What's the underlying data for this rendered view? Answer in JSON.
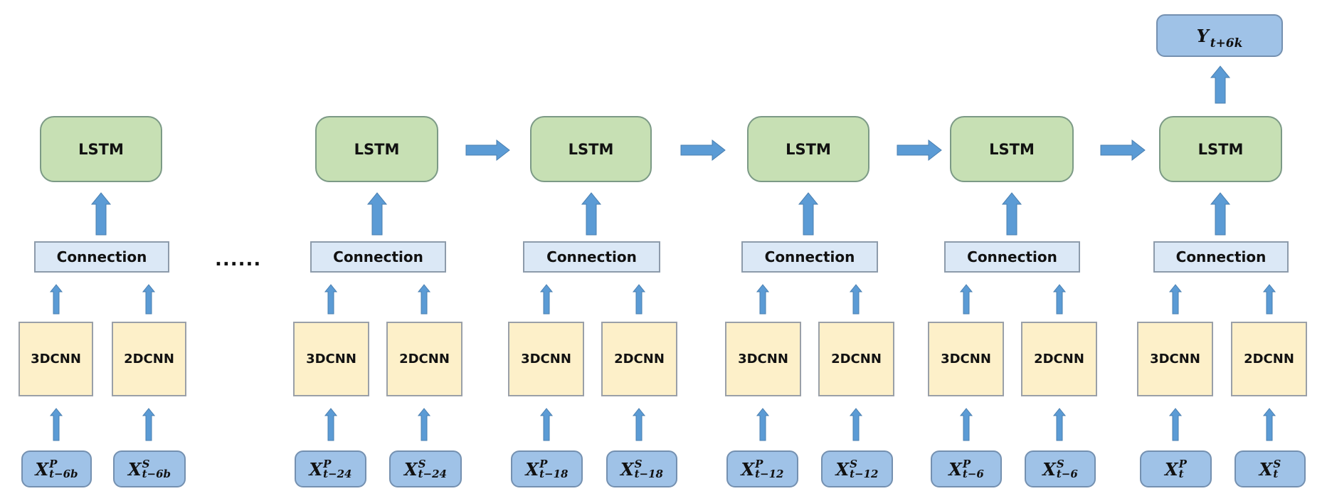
{
  "diagram": {
    "output": {
      "base": "Y",
      "sub": "t+6k"
    },
    "ellipsis": "......",
    "columns": [
      {
        "lstm": "LSTM",
        "connection": "Connection",
        "cnn3d": "3DCNN",
        "cnn2d": "2DCNN",
        "input_p": {
          "base": "X",
          "sup": "P",
          "sub": "t−6b"
        },
        "input_s": {
          "base": "X",
          "sup": "S",
          "sub": "t−6b"
        }
      },
      {
        "lstm": "LSTM",
        "connection": "Connection",
        "cnn3d": "3DCNN",
        "cnn2d": "2DCNN",
        "input_p": {
          "base": "X",
          "sup": "P",
          "sub": "t−24"
        },
        "input_s": {
          "base": "X",
          "sup": "S",
          "sub": "t−24"
        }
      },
      {
        "lstm": "LSTM",
        "connection": "Connection",
        "cnn3d": "3DCNN",
        "cnn2d": "2DCNN",
        "input_p": {
          "base": "X",
          "sup": "P",
          "sub": "t−18"
        },
        "input_s": {
          "base": "X",
          "sup": "S",
          "sub": "t−18"
        }
      },
      {
        "lstm": "LSTM",
        "connection": "Connection",
        "cnn3d": "3DCNN",
        "cnn2d": "2DCNN",
        "input_p": {
          "base": "X",
          "sup": "P",
          "sub": "t−12"
        },
        "input_s": {
          "base": "X",
          "sup": "S",
          "sub": "t−12"
        }
      },
      {
        "lstm": "LSTM",
        "connection": "Connection",
        "cnn3d": "3DCNN",
        "cnn2d": "2DCNN",
        "input_p": {
          "base": "X",
          "sup": "P",
          "sub": "t−6"
        },
        "input_s": {
          "base": "X",
          "sup": "S",
          "sub": "t−6"
        }
      },
      {
        "lstm": "LSTM",
        "connection": "Connection",
        "cnn3d": "3DCNN",
        "cnn2d": "2DCNN",
        "input_p": {
          "base": "X",
          "sup": "P",
          "sub": "t"
        },
        "input_s": {
          "base": "X",
          "sup": "S",
          "sub": "t"
        }
      }
    ],
    "colors": {
      "lstm_fill": "#c7e0b4",
      "connection_fill": "#dbe8f6",
      "cnn_fill": "#fdf0c9",
      "io_fill": "#9fc2e7",
      "arrow": "#5b9bd5"
    }
  }
}
